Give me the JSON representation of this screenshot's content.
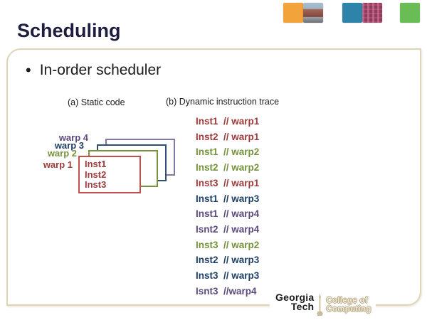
{
  "title": "Scheduling",
  "bullet_char": "•",
  "bullet": "In-order scheduler",
  "captions": {
    "a": "(a) Static code",
    "b": "(b) Dynamic instruction trace"
  },
  "colors": {
    "title": "#1D1D3F",
    "text": "#1A1A1A",
    "box_border": "#DFD4B8",
    "warp1": "#9E3B3B",
    "warp2": "#76923C",
    "warp3": "#1F4066",
    "warp4": "#5C4A7D",
    "rect1": "#C0504D",
    "rect2": "#77933C",
    "rect3": "#2E4E76",
    "rect4": "#8576A4",
    "logo_tan": "#B9AB86",
    "deco_orange": "#F2A33A",
    "deco_teal": "#2E84A8",
    "deco_green": "#6ABD55"
  },
  "static_code": {
    "warp_labels": [
      "warp 4",
      "warp 3",
      "warp 2",
      "warp 1"
    ],
    "card_lines": [
      "Inst1",
      "Inst2",
      "Inst3"
    ]
  },
  "trace": {
    "items": [
      {
        "text": "Inst1  // warp1",
        "warp": "warp1"
      },
      {
        "text": "Inst2  // warp1",
        "warp": "warp1"
      },
      {
        "text": "Inst1  // warp2",
        "warp": "warp2"
      },
      {
        "text": "Inst2  // warp2",
        "warp": "warp2"
      },
      {
        "text": "Inst3  // warp1",
        "warp": "warp1"
      },
      {
        "text": "Inst1  // warp3",
        "warp": "warp3"
      },
      {
        "text": "Inst1  // warp4",
        "warp": "warp4"
      },
      {
        "text": "Isnt2  // warp4",
        "warp": "warp4"
      },
      {
        "text": "Inst3  // warp2",
        "warp": "warp2"
      },
      {
        "text": "Inst2  // warp3",
        "warp": "warp3"
      },
      {
        "text": "Inst3  // warp3",
        "warp": "warp3"
      },
      {
        "text": "Isnt3  //warp4",
        "warp": "warp4"
      }
    ]
  },
  "logo": {
    "georgia": "Georgia",
    "tech": "Tech",
    "college_line1": "College of",
    "college_line2": "Computing"
  }
}
